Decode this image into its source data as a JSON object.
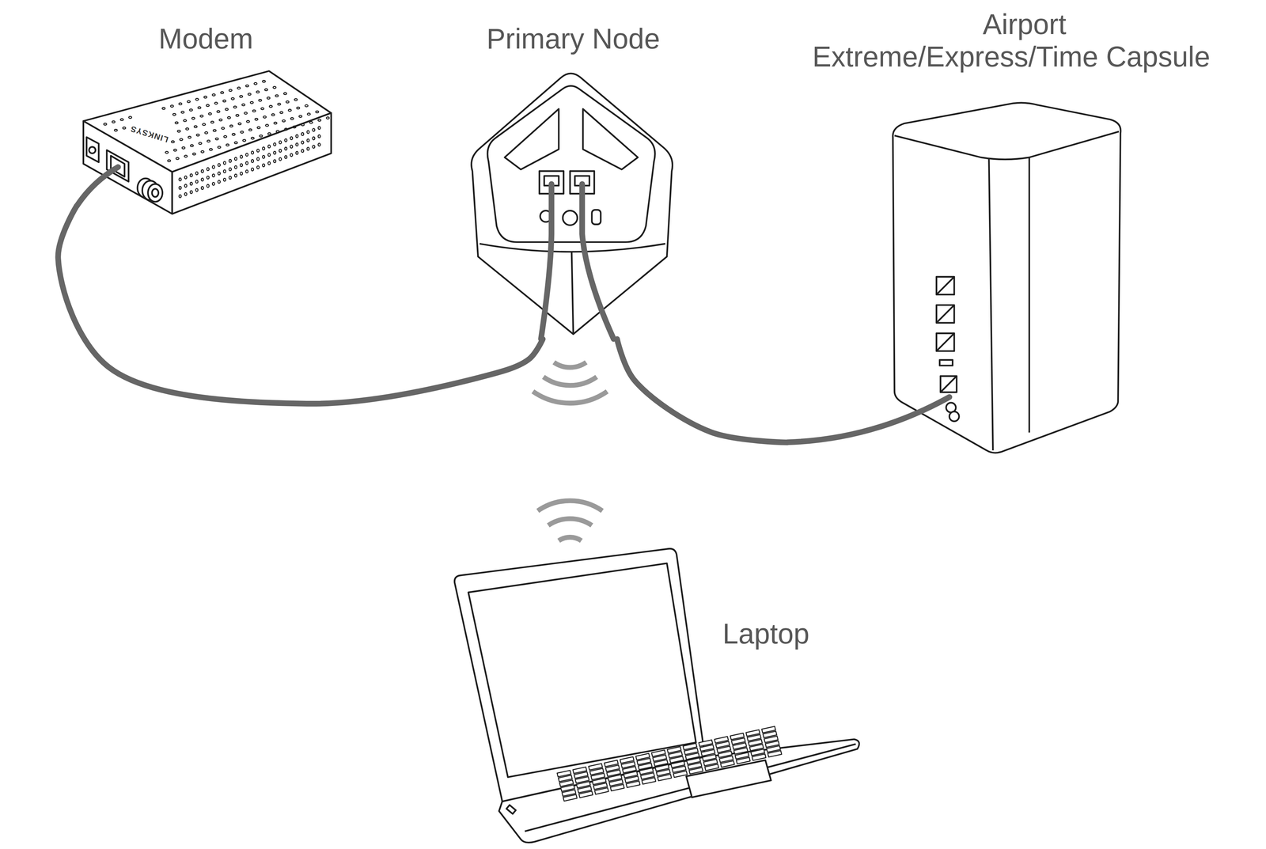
{
  "diagram": {
    "nodes": [
      {
        "text": [
          "Modem"
        ]
      },
      {
        "text": [
          "Primary Node"
        ]
      },
      {
        "text": [
          "Airport Extreme/Express/Time Capsule"
        ]
      },
      {
        "text": [
          "Laptop"
        ]
      }
    ],
    "edges": [
      {
        "from": 0,
        "to": 1,
        "arrow": "none"
      },
      {
        "from": 1,
        "to": 2,
        "arrow": "none"
      }
    ],
    "labels": [
      "LINKSYS"
    ]
  }
}
